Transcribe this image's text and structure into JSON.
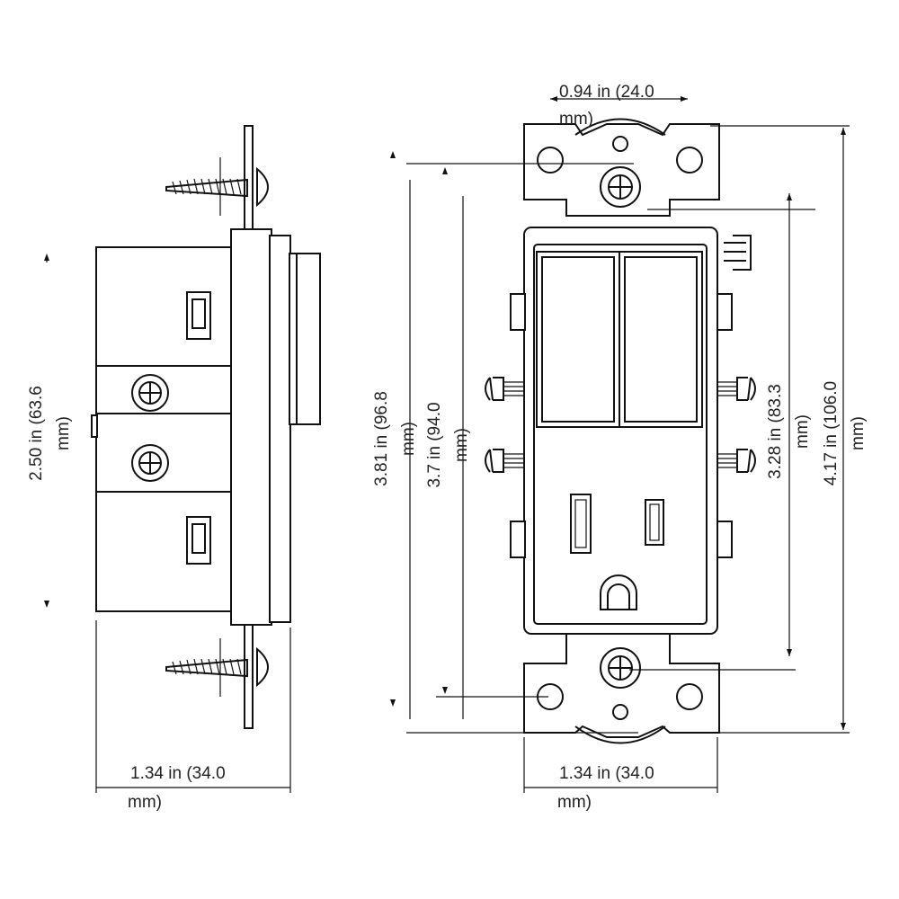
{
  "dimensions": {
    "side_height": {
      "line1": "2.50 in (63.6",
      "line2": "mm)"
    },
    "side_width": {
      "line1": "1.34 in (34.0",
      "line2": "mm)"
    },
    "front_top_width": {
      "line1": "0.94 in (24.0",
      "line2": "mm)"
    },
    "front_height_a": {
      "line1": "3.81 in (96.8",
      "line2": "mm)"
    },
    "front_height_b": {
      "line1": "3.7 in (94.0",
      "line2": "mm)"
    },
    "front_screw_span": {
      "line1": "3.28 in (83.3",
      "line2": "mm)"
    },
    "front_total_height": {
      "line1": "4.17 in (106.0",
      "line2": "mm)"
    },
    "front_width": {
      "line1": "1.34 in (34.0",
      "line2": "mm)"
    }
  },
  "colors": {
    "stroke": "#111111",
    "text": "#222222",
    "background": "#ffffff"
  }
}
